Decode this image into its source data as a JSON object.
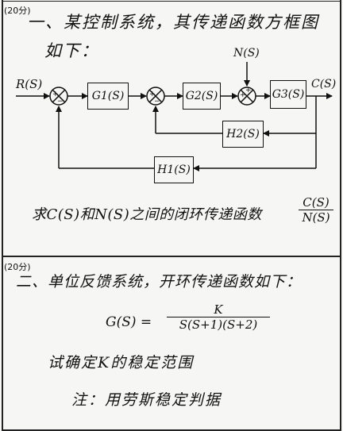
{
  "problem1": {
    "points": "(20分)",
    "title_line1": "一、某控制系统，其传递函数方框图",
    "title_line2": "如下：",
    "diagram": {
      "input": "R(S)",
      "output": "C(S)",
      "disturbance": "N(S)",
      "g1": "G1(S)",
      "g2": "G2(S)",
      "g3": "G3(S)",
      "h1": "H1(S)",
      "h2": "H2(S)",
      "sum_signs": {
        "s1_top": "+",
        "s1_bottom": "−",
        "s2_top": "+",
        "s2_bottom": "−",
        "s3_left": "+",
        "s3_top": "+"
      }
    },
    "question_text": "求C(S)和N(S)之间的闭环传递函数",
    "fraction_num": "C(S)",
    "fraction_den": "N(S)"
  },
  "problem2": {
    "points": "(20分)",
    "title": "二、单位反馈系统，开环传递函数如下：",
    "eq_lhs": "G(S) =",
    "eq_num": "K",
    "eq_den": "S(S+1)(S+2)",
    "question": "试确定K的稳定范围",
    "note": "注：用劳斯稳定判据"
  }
}
